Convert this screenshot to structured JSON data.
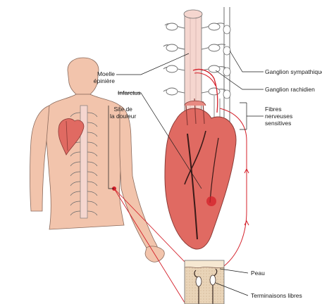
{
  "labels": {
    "moelle_line1": "Moelle",
    "moelle_line2": "épinière",
    "infarctus": "Infarctus",
    "site_line1": "Site de",
    "site_line2": "la douleur",
    "ganglion_sympathique": "Ganglion sympathique",
    "ganglion_rachidien": "Ganglion rachidien",
    "fibres_line1": "Fibres",
    "fibres_line2": "nerveuses",
    "fibres_line3": "sensitives",
    "peau": "Peau",
    "terminaisons": "Terminaisons libres"
  },
  "colors": {
    "skin": "#f2c4ac",
    "skin_outline": "#8a6a5c",
    "heart": "#e06a62",
    "heart_dark": "#b8413e",
    "nerve_red": "#d4202a",
    "cord": "#f5d6cf",
    "nerve_gray": "#6d6d6d"
  },
  "icons": [
    "heart-icon",
    "spinal-cord-icon",
    "skin-section-icon",
    "human-torso-icon"
  ]
}
